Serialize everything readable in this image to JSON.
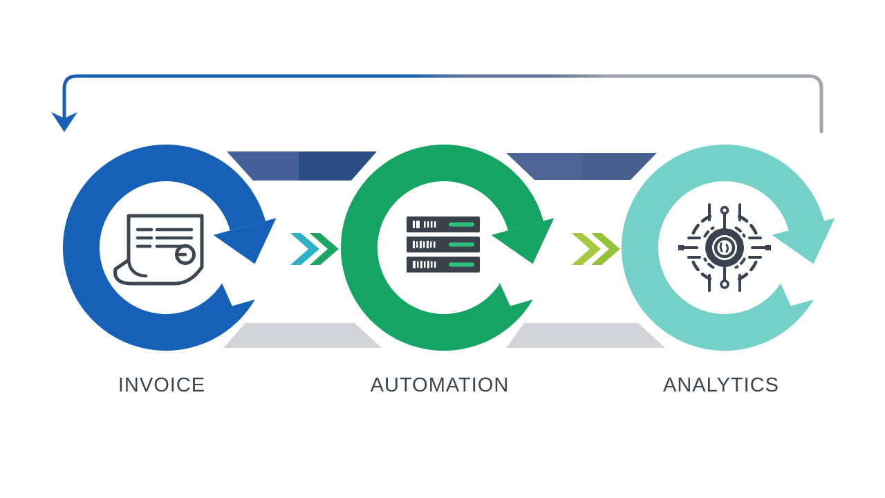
{
  "diagram": {
    "title": "invoice-automation-analytics-cycle",
    "background": "#ffffff",
    "white": "#ffffff",
    "label_color": "#3d434c",
    "steps": [
      {
        "label": "INVOICE",
        "icon": "invoice-document-icon",
        "ring_color": "#1661b7",
        "icon_color": "#3d4550"
      },
      {
        "label": "AUTOMATION",
        "icon": "server-stack-icon",
        "ring_color": "#16a464",
        "icon_color": "#3a414b",
        "icon_accent": "#2ec27f"
      },
      {
        "label": "ANALYTICS",
        "icon": "gear-circuit-icon",
        "ring_color": "#73d1c7",
        "icon_color": "#39424e"
      }
    ],
    "connectors": [
      {
        "name": "chevrons-invoice-to-automation",
        "left_color": "#2fb0c9",
        "right_color": "#1da563"
      },
      {
        "name": "chevrons-automation-to-analytics",
        "left_color": "#a5c83e",
        "right_color": "#93c239"
      }
    ],
    "feedback_loop": {
      "name": "analytics-to-invoice-return-arrow",
      "color_start": "#185fb5",
      "color_mid": "#5f779b",
      "color_end": "#a1a5aa",
      "arrow_color": "#185fb5"
    },
    "ribbons": {
      "top_left_a": "#46619a",
      "top_left_b": "#2c4d83",
      "top_right_a": "#4d6494",
      "top_right_b": "#47608f",
      "bottom": "#d2d4d9"
    }
  }
}
